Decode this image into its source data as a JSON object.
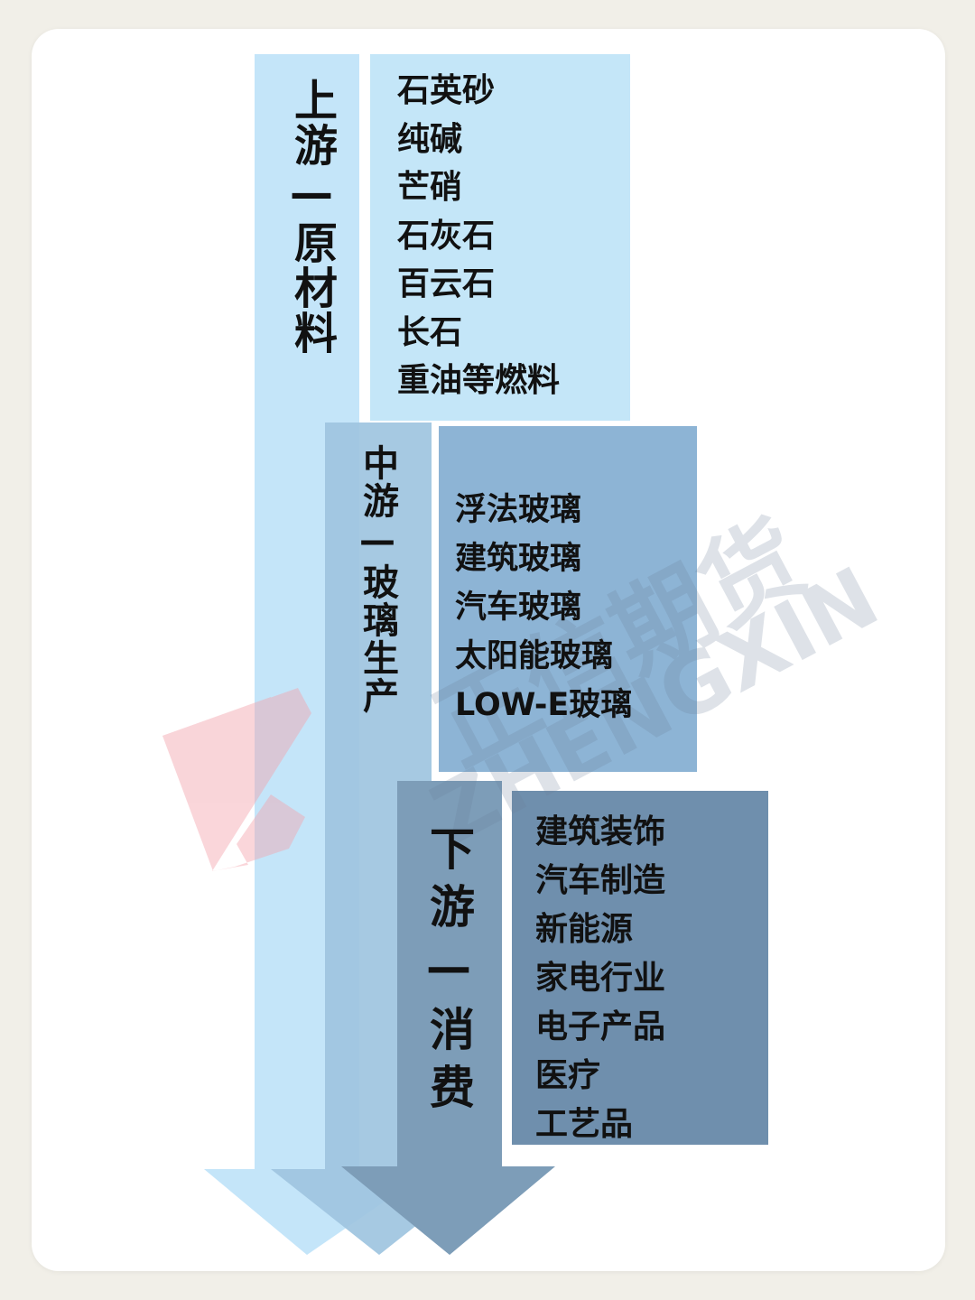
{
  "colors": {
    "page_bg": "#f1efe8",
    "card_bg": "#ffffff",
    "upstream_arrow": "#bfe3f8",
    "upstream_box": "#c4e6f8",
    "midstream_arrow": "#9ec4e0",
    "midstream_box": "#8db4d5",
    "downstream_arrow": "#7d9db8",
    "downstream_box": "#6f8fad",
    "watermark_red": "#f3a3ad"
  },
  "upstream": {
    "label": "上游—原材料",
    "items": [
      "石英砂",
      "纯碱",
      "芒硝",
      "石灰石",
      "百云石",
      "长石",
      "重油等燃料"
    ]
  },
  "midstream": {
    "label": "中游—玻璃生产",
    "items": [
      "浮法玻璃",
      "建筑玻璃",
      "汽车玻璃",
      "太阳能玻璃",
      "LOW-E玻璃"
    ]
  },
  "downstream": {
    "label": "下游—消费",
    "items": [
      "建筑装饰",
      "汽车制造",
      "新能源",
      "家电行业",
      "电子产品",
      "医疗",
      "工艺品"
    ]
  },
  "watermark": {
    "brand_cn": "正信期货",
    "brand_en": "ZHENGXIN"
  }
}
